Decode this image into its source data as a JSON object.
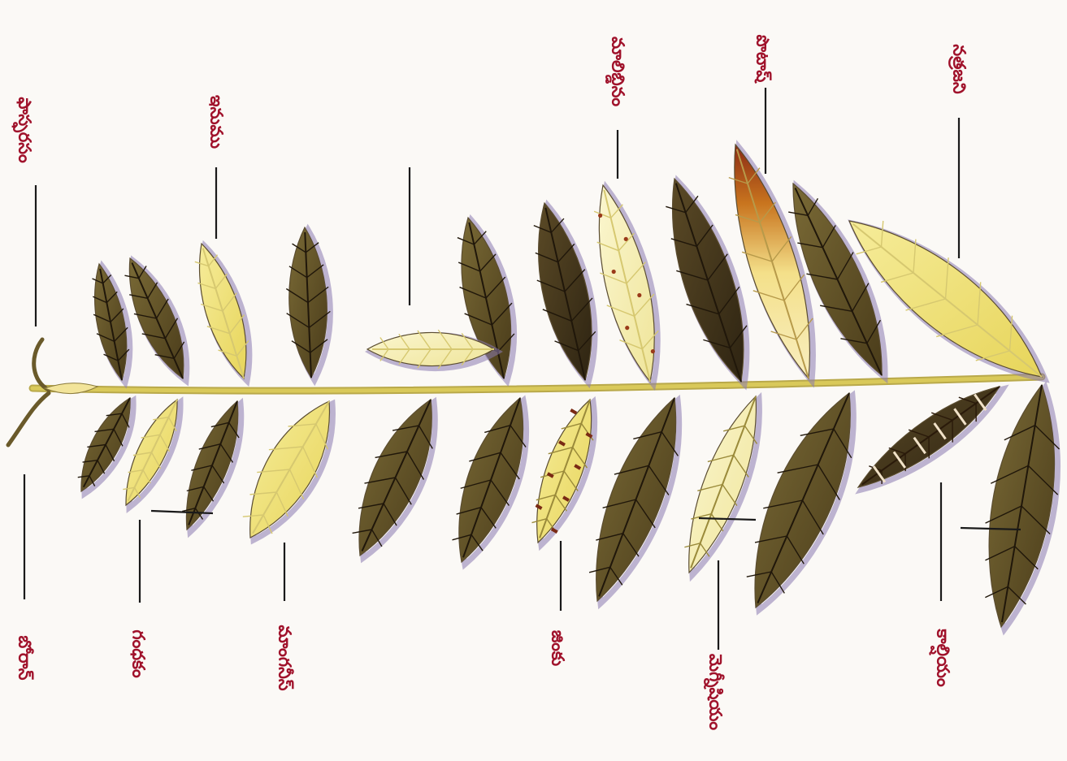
{
  "colors": {
    "background": "#fbf9f6",
    "label": "#a0122b",
    "leader_line": "#1a1a1a",
    "stem": "#d9c95a",
    "leaf_healthy_fill": "#6b5a2a",
    "leaf_healthy_vein": "#20170a",
    "leaf_yellow": "#f0e27a",
    "leaf_pale": "#f7f1b8",
    "leaf_outline": "#8a7ab0",
    "necrosis": "#7a2a14"
  },
  "labels": {
    "top": [
      {
        "id": "top-1",
        "text": "ఫాస్ఫరసం"
      },
      {
        "id": "top-2",
        "text": "ఇనుము"
      },
      {
        "id": "top-3",
        "text": ""
      },
      {
        "id": "top-4",
        "text": "మాలిబ్డినం"
      },
      {
        "id": "top-5",
        "text": "పొటాష్"
      },
      {
        "id": "top-6",
        "text": "నత్రజని"
      }
    ],
    "bottom": [
      {
        "id": "bot-1",
        "text": "బోరాన్"
      },
      {
        "id": "bot-2",
        "text": "గంధకం"
      },
      {
        "id": "bot-3",
        "text": "మాంగనీస్"
      },
      {
        "id": "bot-4",
        "text": "జింకు"
      },
      {
        "id": "bot-5",
        "text": "మెగ్నీషియం"
      },
      {
        "id": "bot-6",
        "text": "కాల్షియం"
      }
    ]
  }
}
